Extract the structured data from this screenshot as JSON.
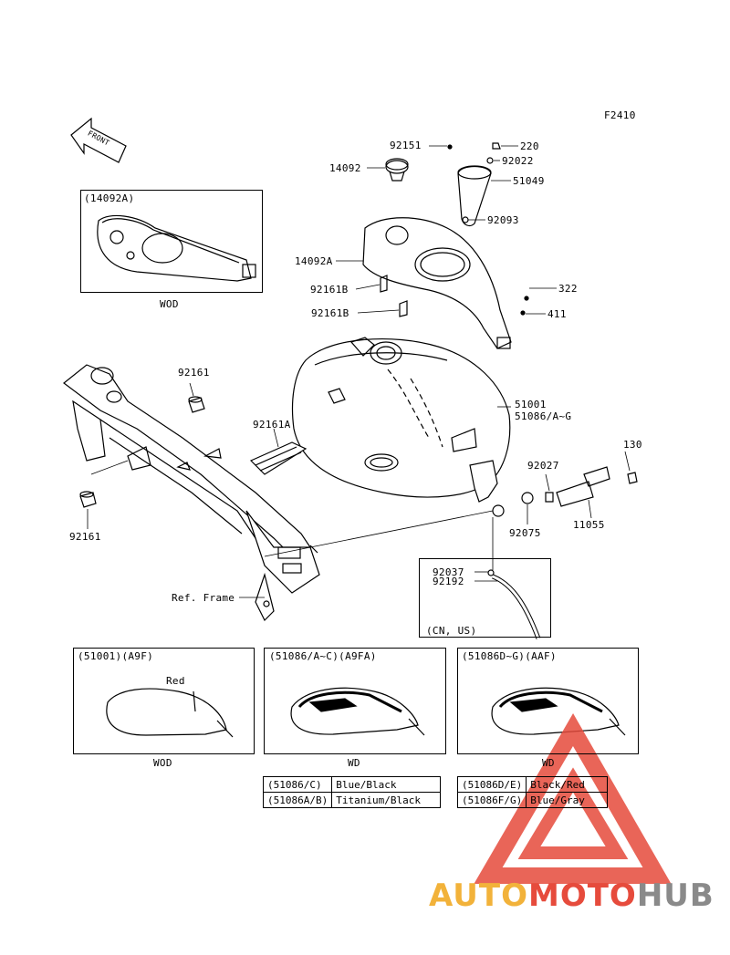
{
  "figure_code": "F2410",
  "front_label": "FRONT",
  "callouts": {
    "p92151": "92151",
    "p220": "220",
    "p14092": "14092",
    "p92022": "92022",
    "p51049": "51049",
    "p92093": "92093",
    "p14092A": "14092A",
    "p92161B_1": "92161B",
    "p92161B_2": "92161B",
    "p322": "322",
    "p411": "411",
    "p92161_top": "92161",
    "p92161A": "92161A",
    "p51001": "51001",
    "p51086": "51086/A~G",
    "p130": "130",
    "p92027": "92027",
    "p11055": "11055",
    "p92075": "92075",
    "p92161_bottom": "92161",
    "ref_frame": "Ref. Frame",
    "p92037": "92037",
    "p92192": "92192"
  },
  "inset_14092A": {
    "title": "(14092A)",
    "caption": "WOD"
  },
  "inset_cnus": {
    "caption": "(CN, US)"
  },
  "variants": [
    {
      "title": "(51001)(A9F)",
      "note": "Red",
      "caption": "WOD"
    },
    {
      "title": "(51086/A~C)(A9FA)",
      "note": "",
      "caption": "WD"
    },
    {
      "title": "(51086D~G)(AAF)",
      "note": "",
      "caption": "WD"
    }
  ],
  "color_table_left": [
    {
      "code": "(51086/C)",
      "color": "Blue/Black"
    },
    {
      "code": "(51086A/B)",
      "color": "Titanium/Black"
    }
  ],
  "color_table_right": [
    {
      "code": "(51086D/E)",
      "color": "Black/Red"
    },
    {
      "code": "(51086F/G)",
      "color": "Blue/Gray"
    }
  ],
  "watermark": {
    "part1": "AUTO",
    "part2": "MOTO",
    "part3": "HUB"
  },
  "colors": {
    "line": "#000000",
    "watermark_red": "#e64b3c",
    "watermark_orange": "#f2b23a",
    "watermark_gray": "#8a8a8a"
  }
}
